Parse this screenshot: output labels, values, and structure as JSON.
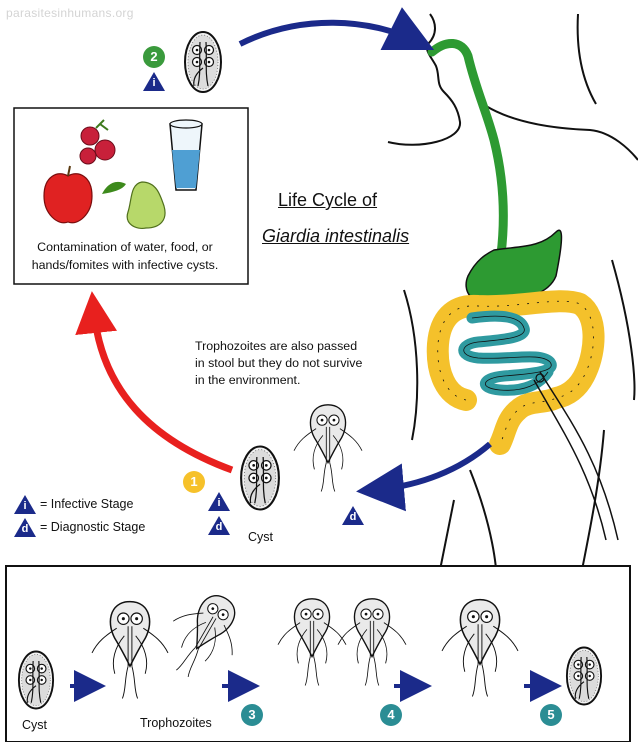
{
  "watermark": "parasitesinhumans.org",
  "title": {
    "line1": "Life Cycle of",
    "line2": "Giardia intestinalis"
  },
  "contamination_text": "Contamination of water, food, or hands/fomites with infective cysts.",
  "trophozoite_note": "Trophozoites are also passed in stool but they do not survive in the environment.",
  "labels": {
    "cyst": "Cyst",
    "bottom_cyst": "Cyst",
    "trophozoites": "Trophozoites"
  },
  "legend": [
    {
      "symbol": "i",
      "text": "= Infective Stage"
    },
    {
      "symbol": "d",
      "text": "= Diagnostic Stage"
    }
  ],
  "step_numbers": [
    "1",
    "2",
    "3",
    "4",
    "5"
  ],
  "stage_symbols": {
    "infective": "i",
    "diagnostic": "d"
  },
  "colors": {
    "blue_arrow": "#1b2a8a",
    "red_arrow": "#e8201e",
    "esophagus_stomach": "#2d9a32",
    "small_intestine": "#2f9aa0",
    "large_intestine": "#f4c12b",
    "step1_badge": "#f6c12a",
    "step2_badge": "#3a9a3c",
    "steps_3_5_badge": "#2b8d94"
  }
}
